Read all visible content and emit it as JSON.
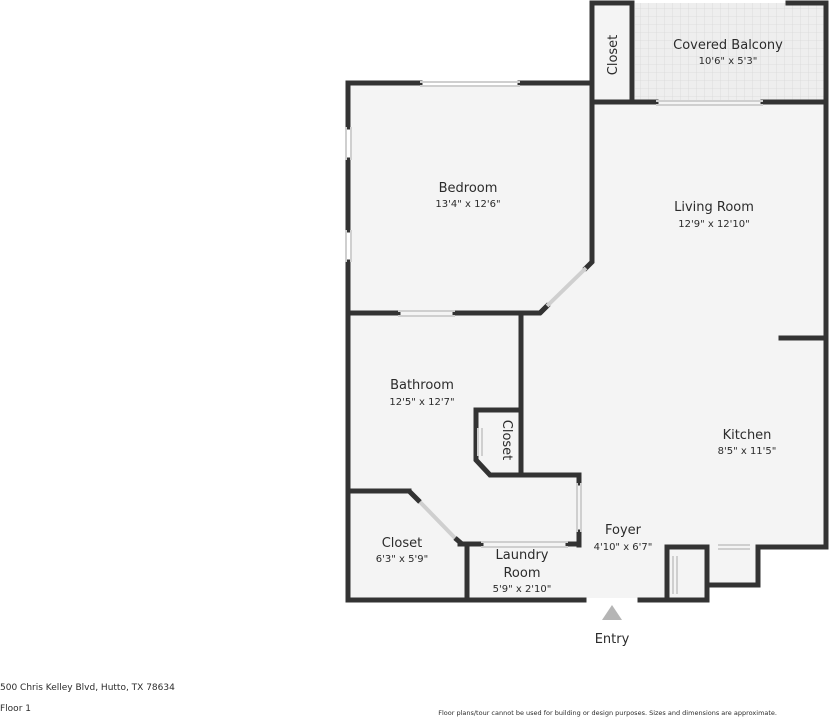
{
  "rooms": {
    "covered_balcony": {
      "name": "Covered Balcony",
      "dims": "10'6\" x 5'3\""
    },
    "balcony_closet": {
      "name": "Closet"
    },
    "bedroom": {
      "name": "Bedroom",
      "dims": "13'4\" x 12'6\""
    },
    "living_room": {
      "name": "Living Room",
      "dims": "12'9\" x 12'10\""
    },
    "bathroom": {
      "name": "Bathroom",
      "dims": "12'5\" x 12'7\""
    },
    "bath_closet": {
      "name": "Closet"
    },
    "kitchen": {
      "name": "Kitchen",
      "dims": "8'5\" x 11'5\""
    },
    "foyer": {
      "name": "Foyer",
      "dims": "4'10\" x 6'7\""
    },
    "closet": {
      "name": "Closet",
      "dims": "6'3\" x 5'9\""
    },
    "laundry": {
      "name_line1": "Laundry",
      "name_line2": "Room",
      "dims": "5'9\" x 2'10\""
    }
  },
  "entry_label": "Entry",
  "footer": {
    "address": "500 Chris Kelley Blvd, Hutto, TX 78634",
    "floor": "Floor 1",
    "disclaimer": "Floor plans/tour cannot be used for building or design purposes. Sizes and dimensions are approximate."
  },
  "colors": {
    "wall": "#333333",
    "floor": "#f4f4f4",
    "balcony": "#eeeeee",
    "entry_arrow": "#b5b5b5"
  }
}
